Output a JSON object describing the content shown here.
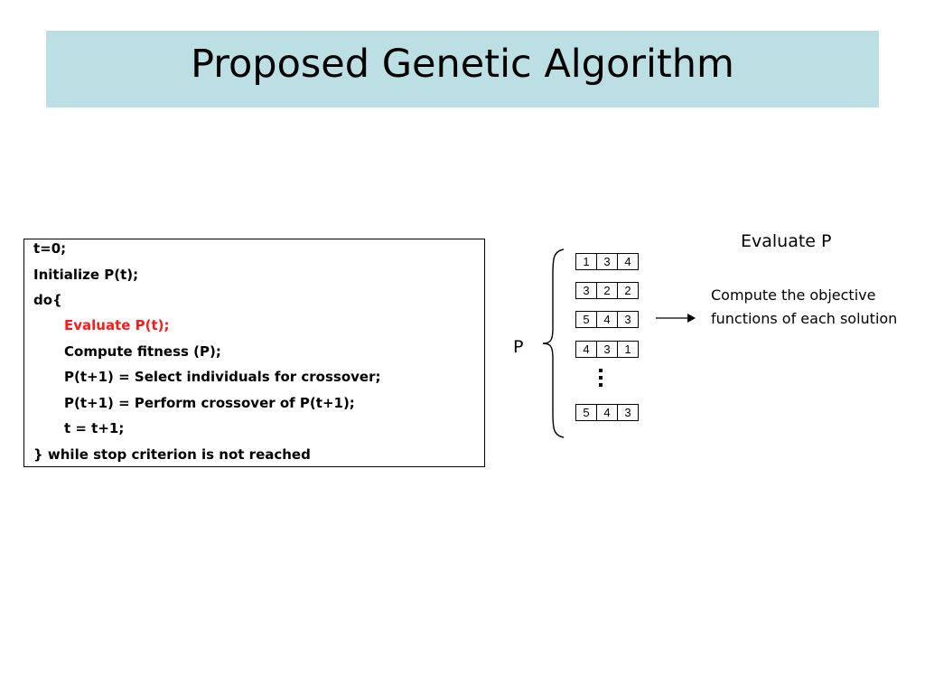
{
  "slide": {
    "title": "Proposed Genetic Algorithm"
  },
  "algorithm": {
    "lines": [
      "t=0;",
      "Initialize P(t);",
      "do{",
      "Evaluate P(t);",
      "Compute fitness (P);",
      "P(t+1) = Select individuals for crossover;",
      "P(t+1) = Perform crossover of P(t+1);",
      "t = t+1;",
      "} while stop criterion is not reached"
    ],
    "highlight_color": "#ff1a1a"
  },
  "population": {
    "label": "P",
    "chromosomes": [
      [
        "1",
        "3",
        "4"
      ],
      [
        "3",
        "2",
        "2"
      ],
      [
        "5",
        "4",
        "3"
      ],
      [
        "4",
        "3",
        "1"
      ],
      [
        "5",
        "4",
        "3"
      ]
    ]
  },
  "evaluate": {
    "heading": "Evaluate P",
    "description": "Compute the objective functions of each solution"
  },
  "colors": {
    "banner": "#bcdfe4",
    "text": "#000000"
  }
}
